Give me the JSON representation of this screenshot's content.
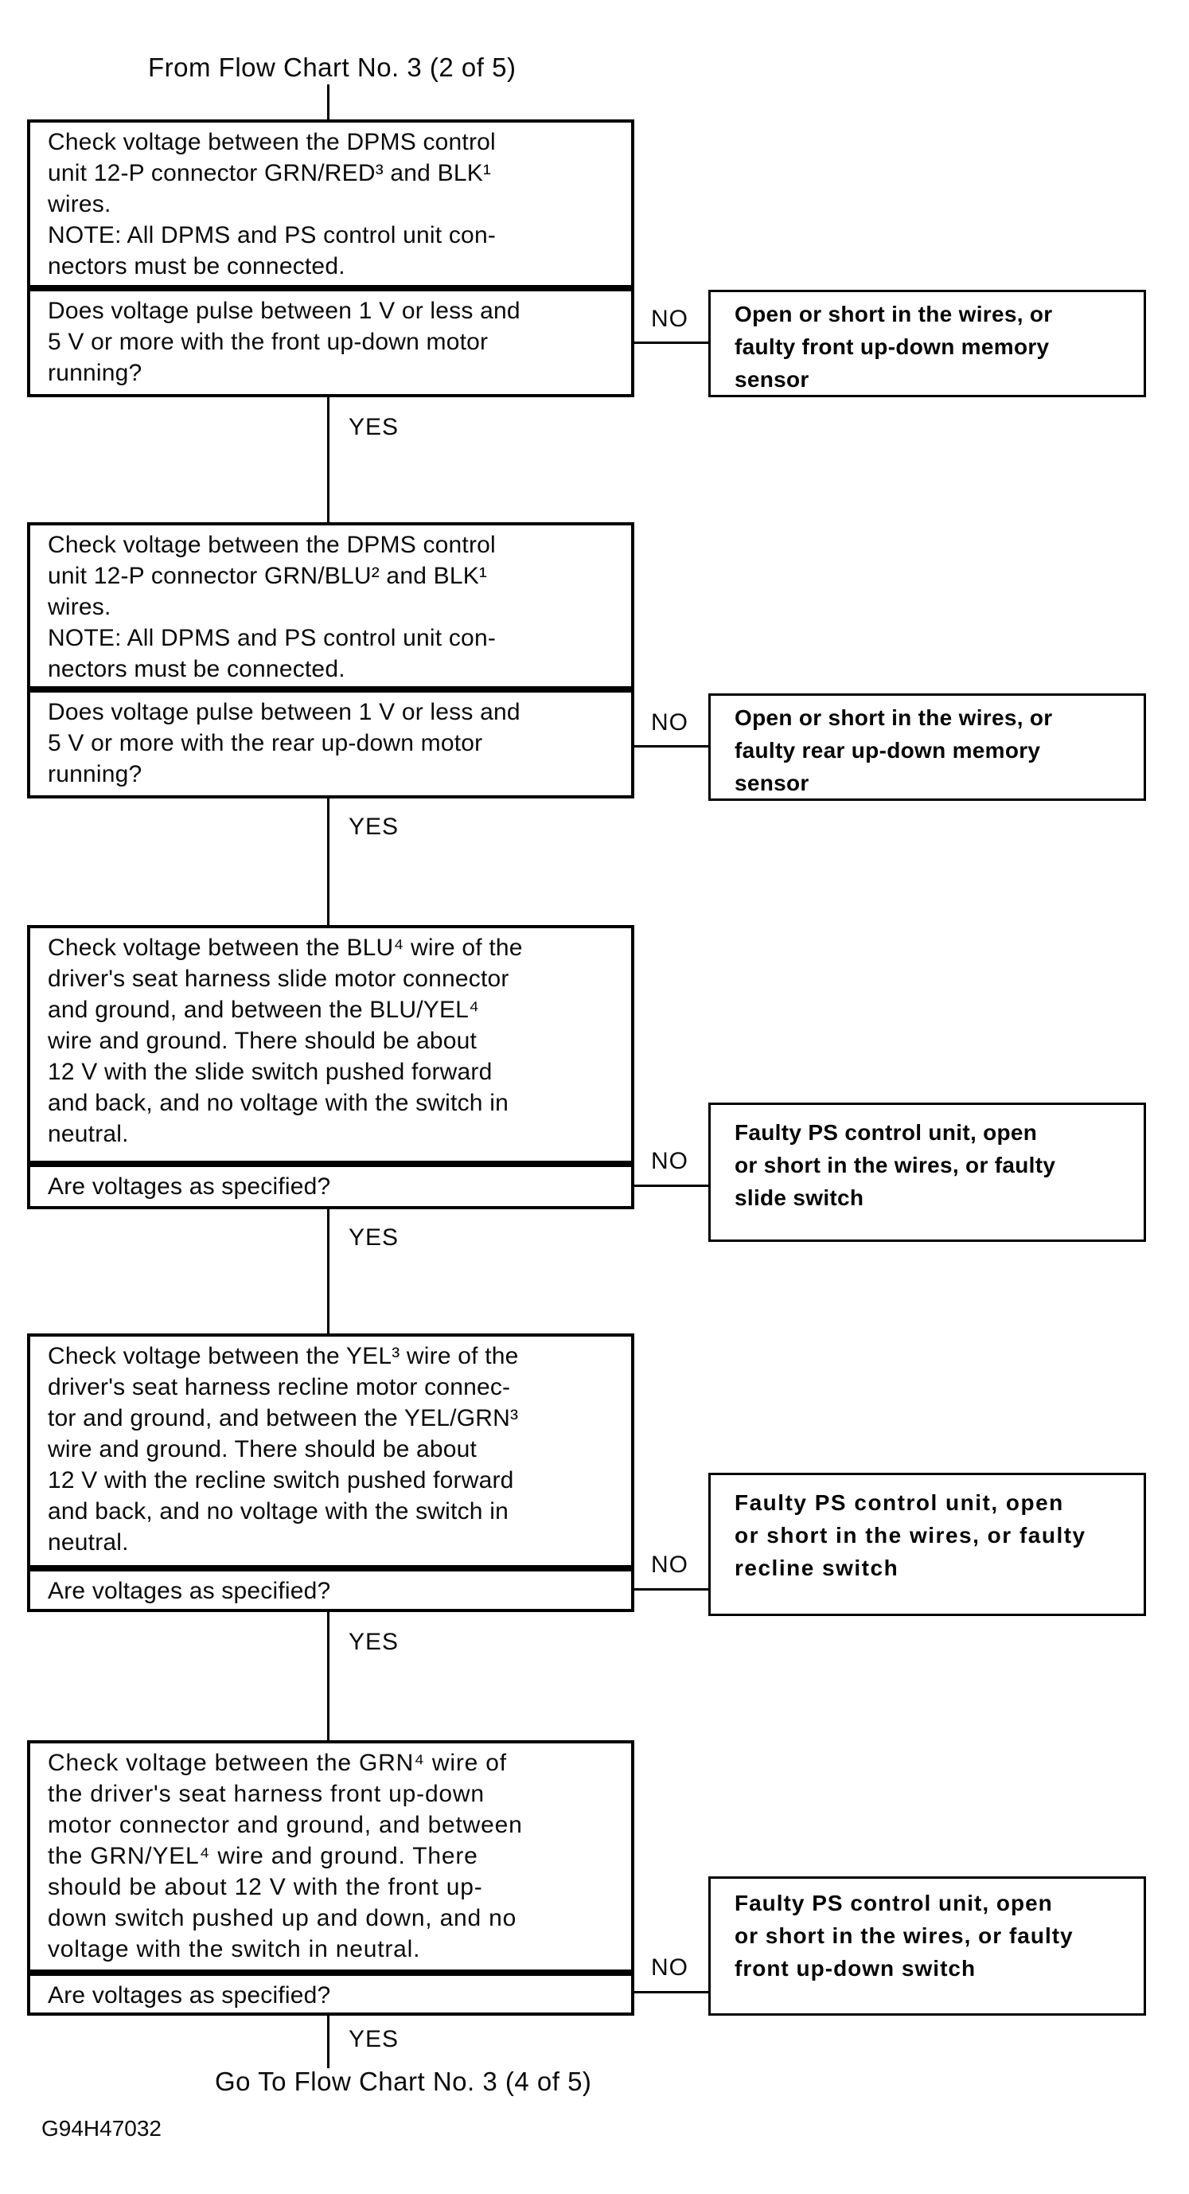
{
  "page": {
    "title_top": "From Flow Chart No. 3 (2 of 5)",
    "title_bottom": "Go To Flow Chart No. 3 (4 of 5)",
    "doc_code": "G94H47032",
    "yes_label": "YES",
    "no_label": "NO"
  },
  "steps": [
    {
      "statement": "Check voltage between the DPMS control\nunit 12-P connector GRN/RED³ and BLK¹\nwires.\nNOTE: All DPMS and PS control unit con-\nnectors must be connected.",
      "question": "Does voltage pulse between 1 V or less and\n5 V or more with the front up-down motor\nrunning?",
      "no_result": "Open or short in the wires, or\nfaulty front up-down memory\nsensor"
    },
    {
      "statement": "Check voltage between the DPMS control\nunit 12-P connector GRN/BLU² and BLK¹\nwires.\nNOTE: All DPMS and PS control unit con-\nnectors must be connected.",
      "question": "Does voltage pulse between 1 V or less and\n5 V or more with the rear up-down motor\nrunning?",
      "no_result": "Open or short in the wires, or\nfaulty rear up-down memory\nsensor"
    },
    {
      "statement": "Check voltage between the BLU⁴ wire of the\ndriver's seat harness slide motor connector\nand ground, and between the BLU/YEL⁴\nwire and ground. There should be about\n12 V with the slide switch pushed forward\nand back, and no voltage with the switch in\nneutral.",
      "question": "Are voltages as specified?",
      "no_result": "Faulty PS control unit, open\nor short in the wires, or faulty\nslide switch"
    },
    {
      "statement": "Check voltage between the YEL³ wire of the\ndriver's seat harness recline motor connec-\ntor and ground, and between the YEL/GRN³\nwire and ground. There should be about\n12 V with the recline switch pushed forward\nand back, and no voltage with the switch in\nneutral.",
      "question": "Are voltages as specified?",
      "no_result": "Faulty PS control unit, open\nor short in the wires, or faulty\nrecline switch"
    },
    {
      "statement": "Check voltage between the GRN⁴ wire of\nthe driver's seat harness front up-down\nmotor connector and ground, and between\nthe GRN/YEL⁴ wire and ground. There\nshould be about 12 V with the front up-\ndown switch pushed up and down, and no\nvoltage with the switch in neutral.",
      "question": "Are voltages as specified?",
      "no_result": "Faulty PS control unit, open\nor short in the wires, or faulty\nfront up-down switch"
    }
  ]
}
